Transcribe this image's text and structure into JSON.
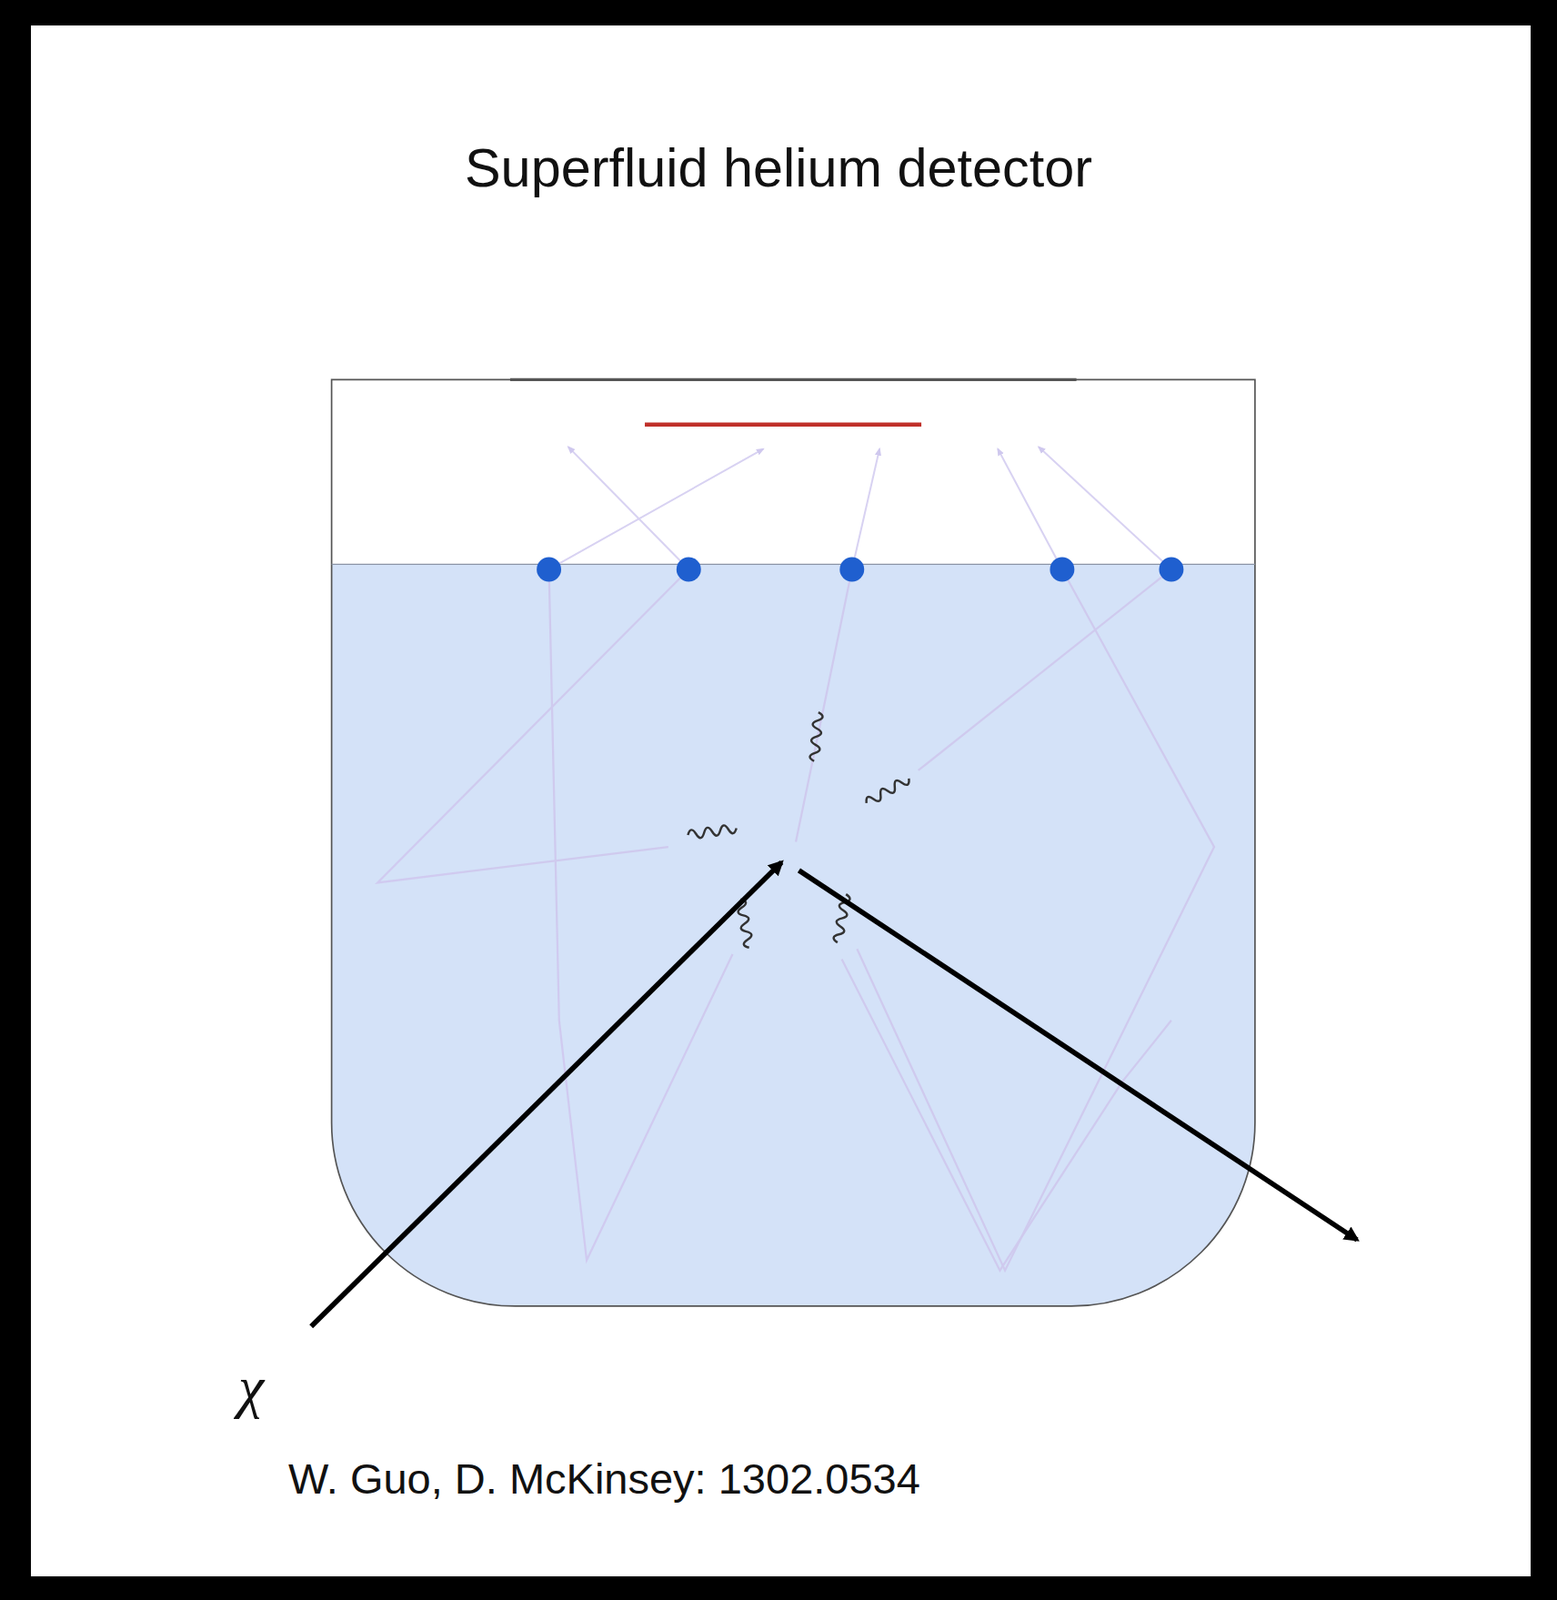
{
  "diagram": {
    "title": "Superfluid helium detector",
    "caption": "W. Guo, D. McKinsey: 1302.0534",
    "labels": [
      "χ"
    ]
  }
}
